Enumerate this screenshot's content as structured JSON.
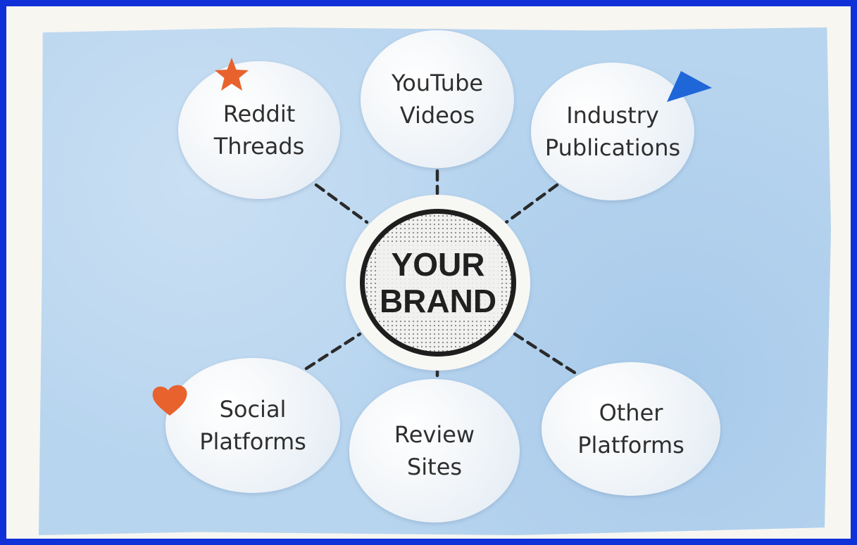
{
  "hub": {
    "label": "YOUR\nBRAND"
  },
  "nodes": {
    "reddit": {
      "label": "Reddit\nThreads"
    },
    "youtube": {
      "label": "YouTube\nVideos"
    },
    "industry": {
      "label": "Industry\nPublications"
    },
    "social": {
      "label": "Social\nPlatforms"
    },
    "review": {
      "label": "Review\nSites"
    },
    "other": {
      "label": "Other\nPlatforms"
    }
  },
  "colors": {
    "frame": "#1030d8",
    "background": "#b8d5ef",
    "node_fill": "#f4f6f8",
    "hub_ring": "#1e1e1e",
    "connector": "#2a2a2a",
    "star": "#e8622e",
    "heart": "#e8622e",
    "flag": "#1f66d8"
  },
  "icons": [
    "star-icon",
    "flag-icon",
    "heart-icon"
  ]
}
